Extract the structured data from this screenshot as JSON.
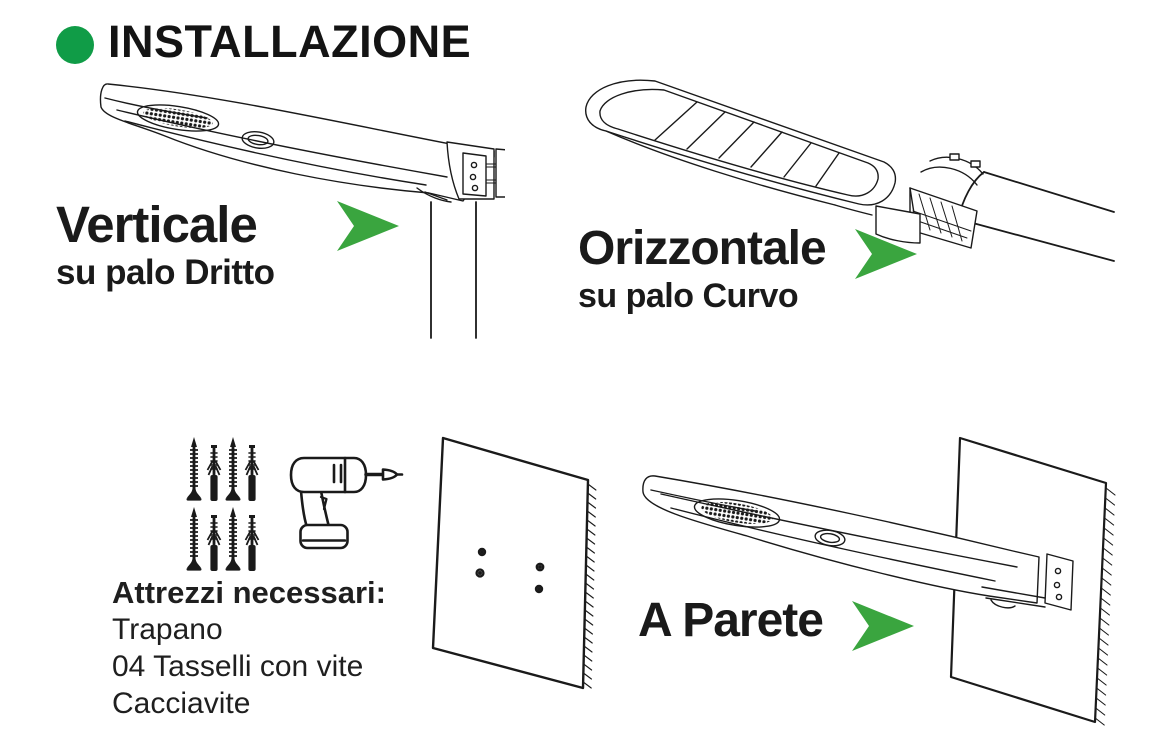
{
  "colors": {
    "green_dot": "#109c47",
    "green_arrow": "#3aa53f",
    "ink": "#1a1a1a"
  },
  "header": {
    "title": "INSTALLAZIONE",
    "bullet_icon": "green-dot"
  },
  "sections": {
    "vertical": {
      "title": "Verticale",
      "subtitle": "su palo Dritto",
      "arrow_icon": "right-arrowhead",
      "illustration": "street-light-vertical-on-straight-pole"
    },
    "horizontal": {
      "title": "Orizzontale",
      "subtitle": "su palo Curvo",
      "arrow_icon": "right-arrowhead",
      "illustration": "street-light-horizontal-on-curved-pole"
    },
    "wall": {
      "title": "A Parete",
      "arrow_icon": "right-arrowhead",
      "illustration": "street-light-on-wall-bracket",
      "panel_illustration": "wall-plate-with-4-holes"
    },
    "tools": {
      "heading": "Attrezzi necessari:",
      "items": [
        "Trapano",
        "04 Tasselli con vite",
        "Cacciavite"
      ],
      "icons": [
        "screw",
        "wall-anchor",
        "drill"
      ],
      "screws_shown": 4,
      "anchors_shown": 4
    }
  }
}
